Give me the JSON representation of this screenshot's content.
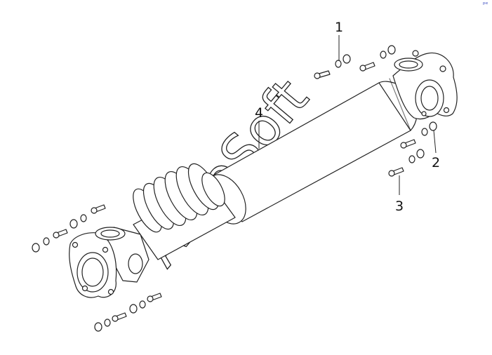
{
  "diagram": {
    "callouts": [
      {
        "id": "1",
        "label": "1"
      },
      {
        "id": "2",
        "label": "2"
      },
      {
        "id": "3",
        "label": "3"
      },
      {
        "id": "4",
        "label": "4"
      }
    ],
    "watermark": "AutoSoft",
    "corner_mark": "ᵖᵉ"
  },
  "colors": {
    "line": "#222222",
    "background": "#ffffff"
  }
}
